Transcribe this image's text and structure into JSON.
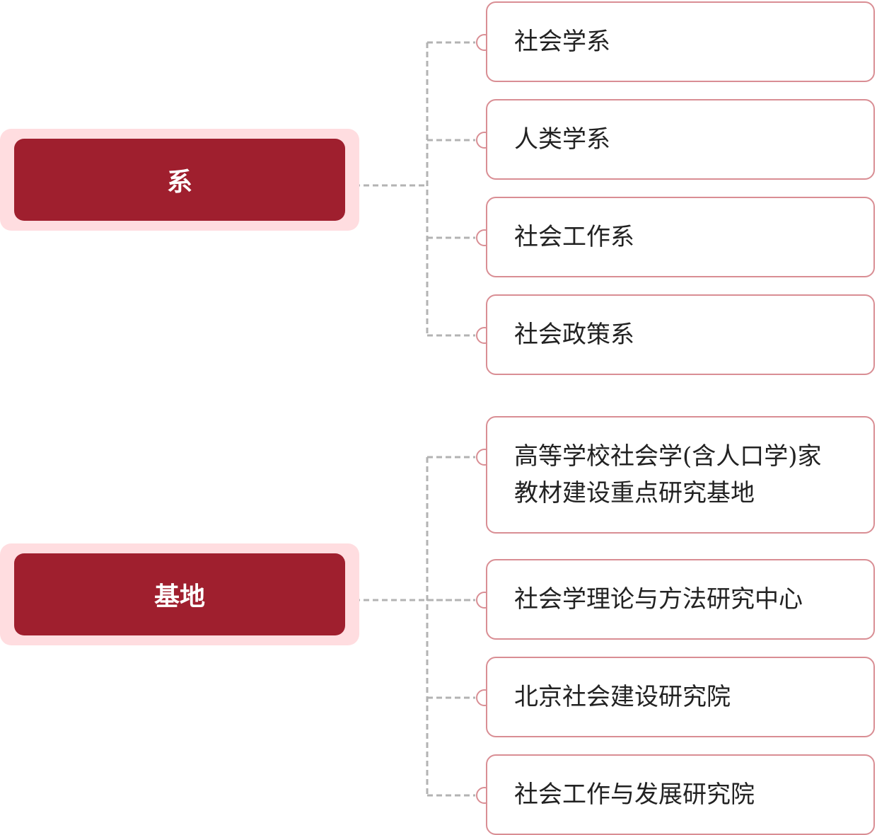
{
  "groups": [
    {
      "label": "系",
      "children": [
        "社会学系",
        "人类学系",
        "社会工作系",
        "社会政策系"
      ]
    },
    {
      "label": "基地",
      "children": [
        "高等学校社会学(含人口学)家教材建设重点研究基地",
        "社会学理论与方法研究中心",
        "北京社会建设研究院",
        "社会工作与发展研究院"
      ]
    }
  ],
  "colors": {
    "group_fill": "#9f1f2e",
    "group_halo": "#ffdde0",
    "child_border": "#d98e94",
    "connector": "#b3b3b3"
  }
}
